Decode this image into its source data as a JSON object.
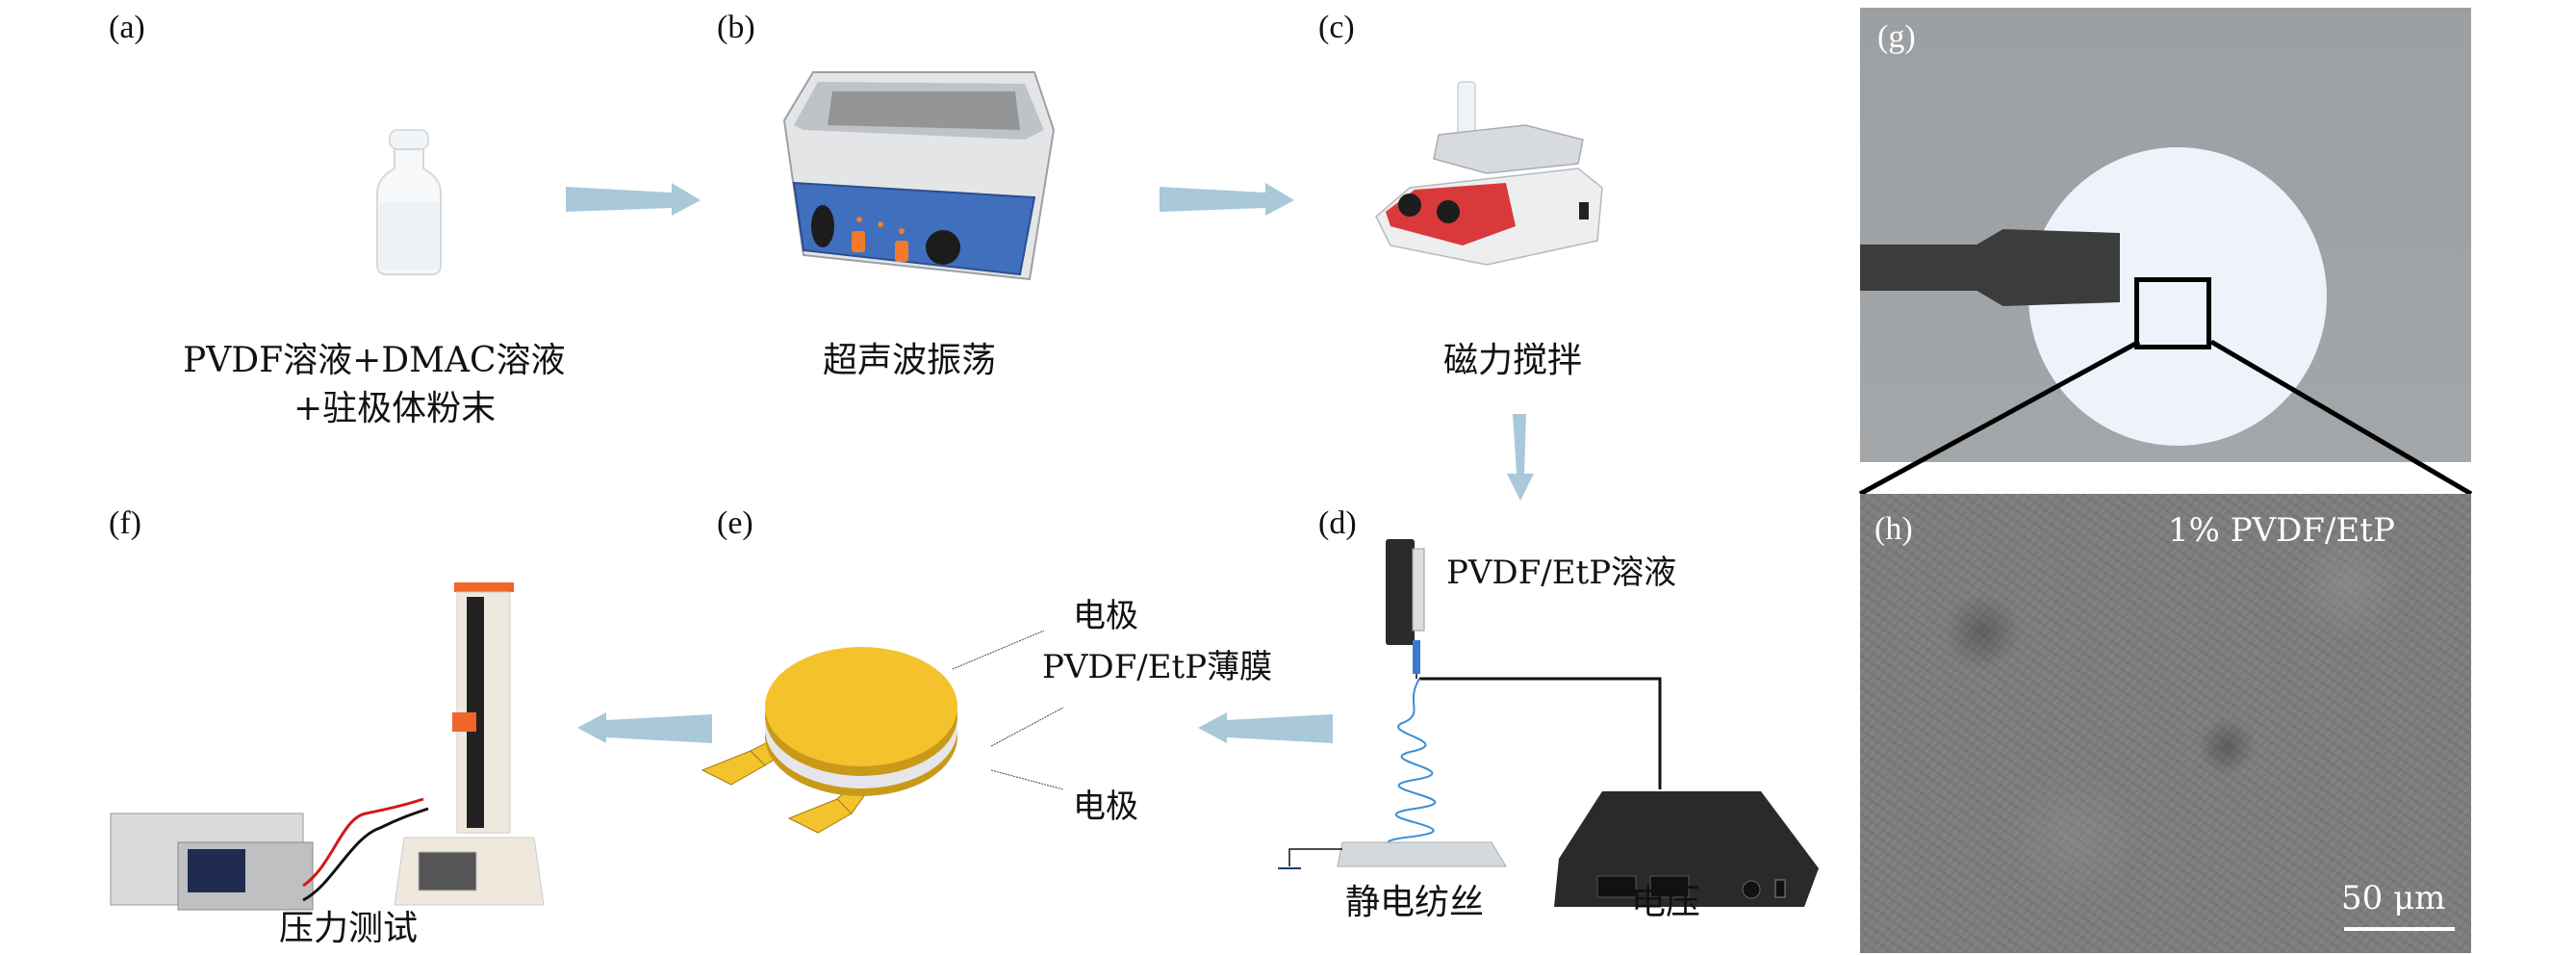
{
  "panels": {
    "a": {
      "label": "(a)",
      "caption_line1": "PVDF溶液+DMAC溶液",
      "caption_line2": "+驻极体粉末"
    },
    "b": {
      "label": "(b)",
      "caption": "超声波振荡"
    },
    "c": {
      "label": "(c)",
      "caption": "磁力搅拌"
    },
    "d": {
      "label": "(d)",
      "solution_label": "PVDF/EtP溶液",
      "caption_left": "静电纺丝",
      "caption_right": "电压"
    },
    "e": {
      "label": "(e)",
      "top_electrode": "电极",
      "film": "PVDF/EtP薄膜",
      "bottom_electrode": "电极"
    },
    "f": {
      "label": "(f)",
      "caption": "压力测试"
    },
    "g": {
      "label": "(g)"
    },
    "h": {
      "label": "(h)",
      "sample": "1% PVDF/EtP",
      "scale_bar": "50 μm"
    }
  },
  "colors": {
    "arrow": "#a9c8da",
    "electrode": "#f3c22d",
    "bath_blue": "#3f6fbd",
    "stirrer_red": "#d9393b"
  }
}
